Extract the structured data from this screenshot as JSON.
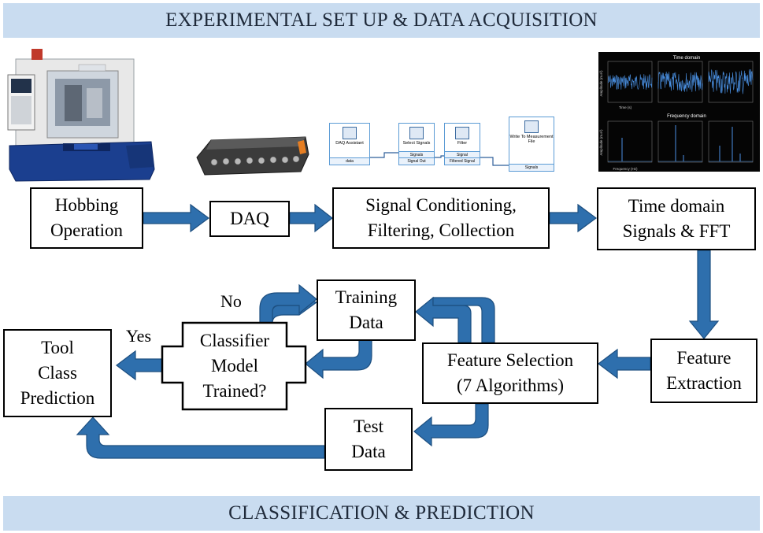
{
  "banners": {
    "top": "EXPERIMENTAL SET UP & DATA ACQUISITION",
    "bottom": "CLASSIFICATION  & PREDICTION"
  },
  "boxes": {
    "hobbing": [
      "Hobbing",
      "Operation"
    ],
    "daq": "DAQ",
    "signal_conditioning": [
      "Signal Conditioning,",
      "Filtering, Collection"
    ],
    "time_domain": [
      "Time domain",
      "Signals & FFT"
    ],
    "feature_extraction": [
      "Feature",
      "Extraction"
    ],
    "feature_selection": [
      "Feature Selection",
      "(7 Algorithms)"
    ],
    "training_data": [
      "Training",
      "Data"
    ],
    "test_data": [
      "Test",
      "Data"
    ],
    "classifier": [
      "Classifier",
      "Model",
      "Trained?"
    ],
    "tool_class": [
      "Tool",
      "Class",
      "Prediction"
    ]
  },
  "labels": {
    "no": "No",
    "yes": "Yes"
  },
  "labview_blocks": [
    {
      "title": "DAQ Assistant",
      "ports": [
        "data"
      ]
    },
    {
      "title": "Select Signals",
      "ports": [
        "Signals",
        "Signal Out"
      ]
    },
    {
      "title": "Filter",
      "ports": [
        "Signal",
        "Filtered Signal"
      ]
    },
    {
      "title": "Write To Measurement File",
      "ports": [
        "Signals"
      ]
    }
  ],
  "signal_panel": {
    "time_title": "Time domain",
    "freq_title": "Frequency domain",
    "time_ylabel": "Amplitude (m.s²)",
    "freq_ylabel": "Amplitude (m.s²)",
    "time_xlabel": "Time (s)",
    "freq_xlabel": "Frequency (Hz)"
  },
  "colors": {
    "arrow": "#2e6fad",
    "arrow_edge": "#1d4f80",
    "banner": "#c9dcf0",
    "machine_blue": "#1b3f8f"
  }
}
